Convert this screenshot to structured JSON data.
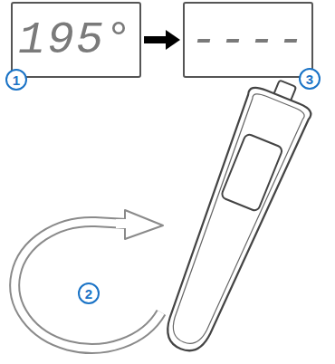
{
  "diagram": {
    "nodes": [
      {
        "text": [
          "195°"
        ]
      },
      {
        "text": [
          "----"
        ]
      }
    ],
    "edges": [
      {
        "from": 0,
        "to": 1,
        "arrow": "to"
      }
    ],
    "labels": [
      "1",
      "2",
      "3"
    ]
  }
}
